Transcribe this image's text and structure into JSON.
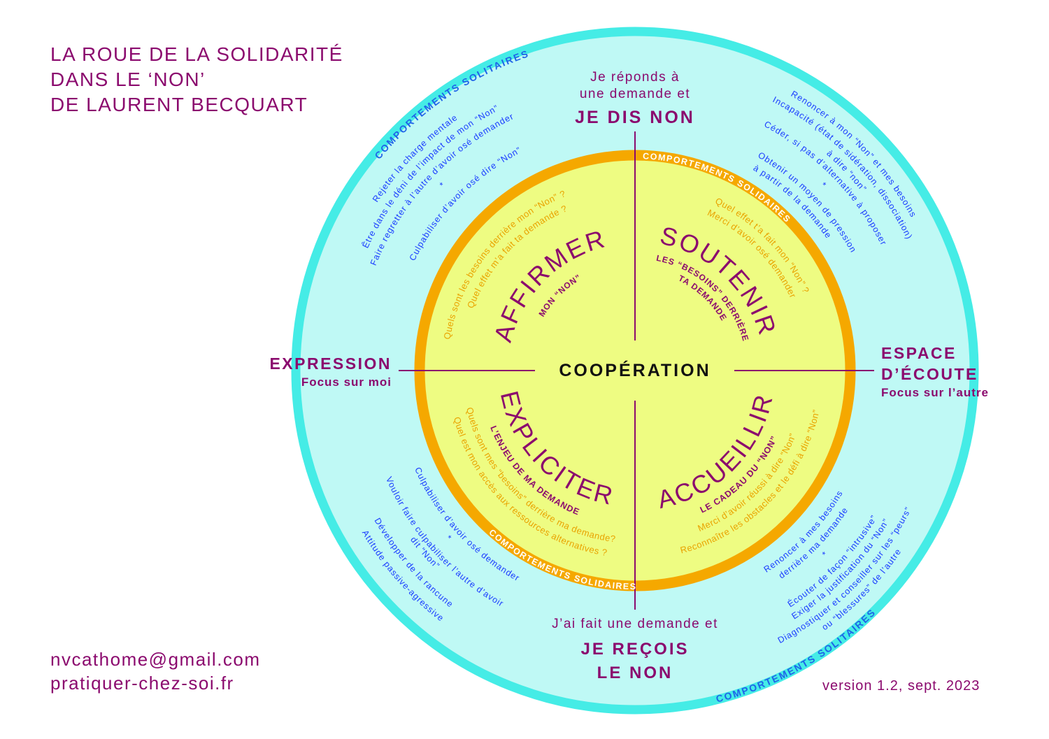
{
  "header": {
    "title_lines": [
      "LA ROUE DE LA SOLIDARITÉ",
      "DANS LE ‘NON’",
      "DE LAURENT BECQUART"
    ]
  },
  "footer": {
    "email": "nvcathome@gmail.com",
    "website": "pratiquer-chez-soi.fr",
    "version": "version 1.2, sept. 2023"
  },
  "axes": {
    "top": {
      "line1": "Je réponds à",
      "line2": "une demande et",
      "emph": "JE DIS NON"
    },
    "bottom": {
      "line1": "J’ai fait une demande et",
      "emph1": "JE REÇOIS",
      "emph2": "LE NON"
    },
    "left": {
      "title": "EXPRESSION",
      "sub": "Focus sur moi"
    },
    "right": {
      "title1": "ESPACE",
      "title2": "D’ÉCOUTE",
      "sub": "Focus sur l’autre"
    },
    "center": "COOPÉRATION"
  },
  "rings": {
    "solitaires": "COMPORTEMENTS SOLITAIRES",
    "solidaires": "COMPORTEMENTS SOLIDAIRES"
  },
  "quadrants": {
    "affirmer": {
      "title": "AFFIRMER",
      "sub": "MON “NON”",
      "questions": [
        "Quels sont les besoins derrière mon “Non” ?",
        "Quel effet m’a fait ta demande ?"
      ]
    },
    "soutenir": {
      "title": "SOUTENIR",
      "sub1": "LES “BESOINS” DERRIÈRE",
      "sub2": "TA DEMANDE",
      "questions": [
        "Quel effet t’a fait mon “Non” ?",
        "Merci d’avoir osé demander"
      ]
    },
    "expliciter": {
      "title": "EXPLICITER",
      "sub": "L’ENJEU DE MA DEMANDE",
      "questions": [
        "Quels sont mes “besoins” derrière ma demande?",
        "Quel est mon accès aux ressources alternatives ?"
      ]
    },
    "accueillir": {
      "title": "ACCUEILLIR",
      "sub": "LE CADEAU DU “NON”",
      "questions": [
        "Merci d’avoir réussi à dire “Non”",
        "Reconnaître les obstacles et le défi à dire “Non”"
      ]
    }
  },
  "solitary": {
    "top_left": [
      "Rejeter la charge mentale",
      "Être dans le déni de l’impact de mon “Non”",
      "Faire regretter à l’autre d’avoir osé demander",
      "*",
      "Culpabiliser d’avoir osé dire “Non”"
    ],
    "top_right": [
      "Renoncer à mon “Non” et mes besoins",
      "Incapacité (état de sidération, dissociation)",
      "à dire “non”",
      "Céder, si pas d’alternative à proposer",
      "*",
      "Obtenir un moyen de pression",
      "à partir de la demande"
    ],
    "bottom_left": [
      "Culpabiliser d’avoir osé demander",
      "*",
      "Vouloir faire culpabiliser l’autre d’avoir",
      "dit “Non”",
      "Développer de la rancune",
      "Attitude passive-agressive"
    ],
    "bottom_right": [
      "Renoncer à mes besoins",
      "derrière ma demande",
      "*",
      "Écouter de façon “intrusive”",
      "Exiger la justification du “Non”",
      "Diagnostiquer et conseiller sur les “peurs”",
      "ou “blessures” de l’autre"
    ]
  },
  "colors": {
    "purple": "#8b0a6e",
    "cyan_ring": "#45ece6",
    "cyan_fill": "#bff9f5",
    "orange": "#f5a800",
    "yellow": "#eefc82",
    "blue": "#1a3cff"
  }
}
